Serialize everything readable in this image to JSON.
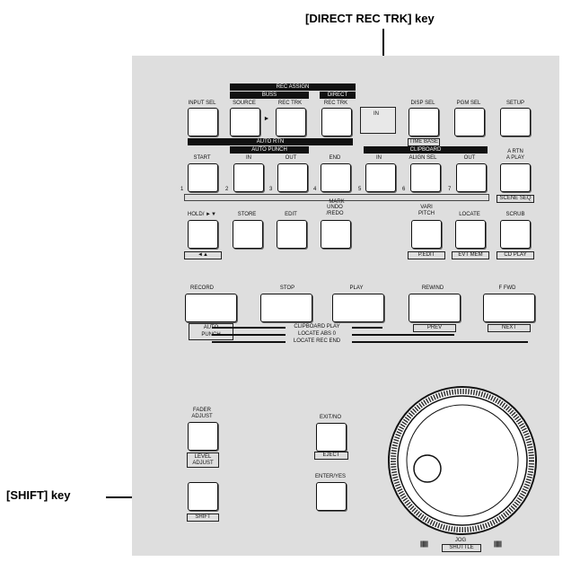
{
  "callouts": {
    "direct_rec_trk": "[DIRECT REC TRK] key",
    "shift": "[SHIFT] key"
  },
  "labels": {
    "rec_assign": "REC ASSIGN",
    "buss": "BUSS",
    "direct": "DIRECT",
    "input_sel": "INPUT SEL",
    "source": "SOURCE",
    "rec_trk": "REC TRK",
    "rec_trk2": "REC TRK",
    "ipage": "IN",
    "disp_sel": "DISP SEL",
    "pgm_sel": "PGM SEL",
    "setup": "SETUP",
    "time_base": "TIME BASE",
    "auto_rtn": "AUTO RTN",
    "auto_punch": "AUTO PUNCH",
    "clipboard": "CLIPBOARD",
    "start": "START",
    "in": "IN",
    "out": "OUT",
    "end": "END",
    "cb_in": "IN",
    "align_sel": "ALIGN SEL",
    "cb_out": "OUT",
    "a_rtn": "A RTN",
    "a_play": "A PLAY",
    "mark": "MARK",
    "scene_seq": "SCENE SEQ",
    "hold": "HOLD/ ►▼",
    "hold_sub": "◄▲",
    "store": "STORE",
    "edit": "EDIT",
    "undo": "UNDO",
    "redo": "/REDO",
    "vari": "VARI",
    "pitch": "PITCH",
    "locate": "LOCATE",
    "scrub": "SCRUB",
    "p_edit": "P.EDIT",
    "evt_mem": "EVT MEM",
    "cd_play": "CD PLAY",
    "record": "RECORD",
    "stop": "STOP",
    "play": "PLAY",
    "rewind": "REWIND",
    "ffwd": "F FWD",
    "auto": "AUTO",
    "punch": "PUNCH",
    "prev": "PREV",
    "next": "NEXT",
    "clipboard_play": "CLIPBOARD PLAY",
    "locate_abs0": "LOCATE ABS 0",
    "locate_rec_end": "LOCATE REC END",
    "fader": "FADER",
    "adjust": "ADJUST",
    "level": "LEVEL",
    "adjust2": "ADJUST",
    "exit_no": "EXIT/NO",
    "eject": "EJECT",
    "enter_yes": "ENTER/YES",
    "shift": "SHIFT",
    "jog": "JOG",
    "shuttle": "SHUTTLE"
  },
  "numbers": [
    "1",
    "2",
    "3",
    "4",
    "5",
    "6",
    "7"
  ]
}
